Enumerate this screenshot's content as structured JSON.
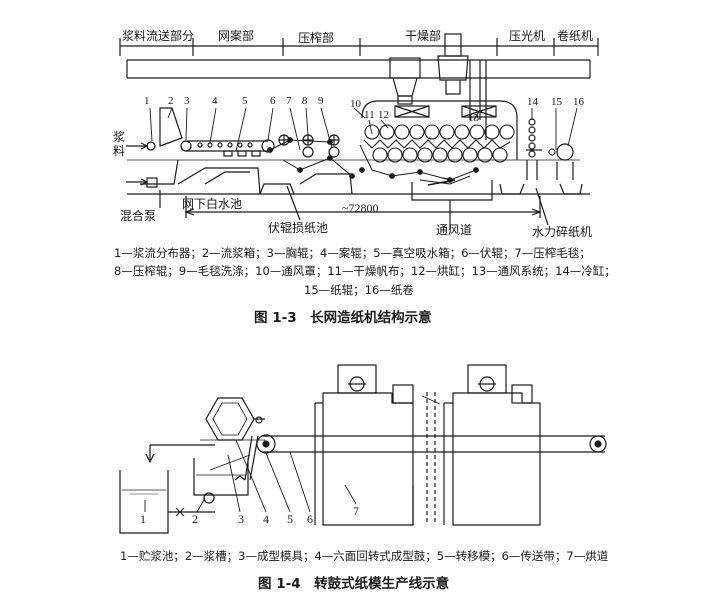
{
  "figure_1_3": {
    "sections": [
      "浆料流送部分",
      "网案部",
      "压榨部",
      "干燥部",
      "压光机",
      "卷纸机"
    ],
    "part_numbers": [
      "1",
      "2",
      "3",
      "4",
      "5",
      "6",
      "7",
      "8",
      "9",
      "10",
      "11",
      "12",
      "13",
      "14",
      "15",
      "16"
    ],
    "labels": {
      "stock_in": "浆料",
      "mixing_pump": "混合泵",
      "white_water_pit": "网下白水池",
      "couch_broke_pit": "伏辊损纸池",
      "ventilation_duct": "通风道",
      "hydrapulper": "水力碎纸机",
      "length": "~72800"
    },
    "legend": [
      "1—浆流分布器；2—流浆箱；3—胸辊；4—案辊；5—真空吸水箱；6—伏辊；7—压榨毛毯；",
      "8—压榨辊；9—毛毯洗涤；10—通风罩；11—干燥帆布；12—烘缸；13—通风系统；14—冷缸；",
      "15—纸辊；16—纸卷"
    ],
    "caption": "图 1-3　长网造纸机结构示意"
  },
  "figure_1_4": {
    "part_numbers": [
      "1",
      "2",
      "3",
      "4",
      "5",
      "6",
      "7"
    ],
    "legend": "1—贮浆池；2—浆槽；3—成型模具；4—六面回转式成型鼓；5—转移模；6—传送带；7—烘道",
    "caption": "图 1-4　转鼓式纸模生产线示意"
  }
}
